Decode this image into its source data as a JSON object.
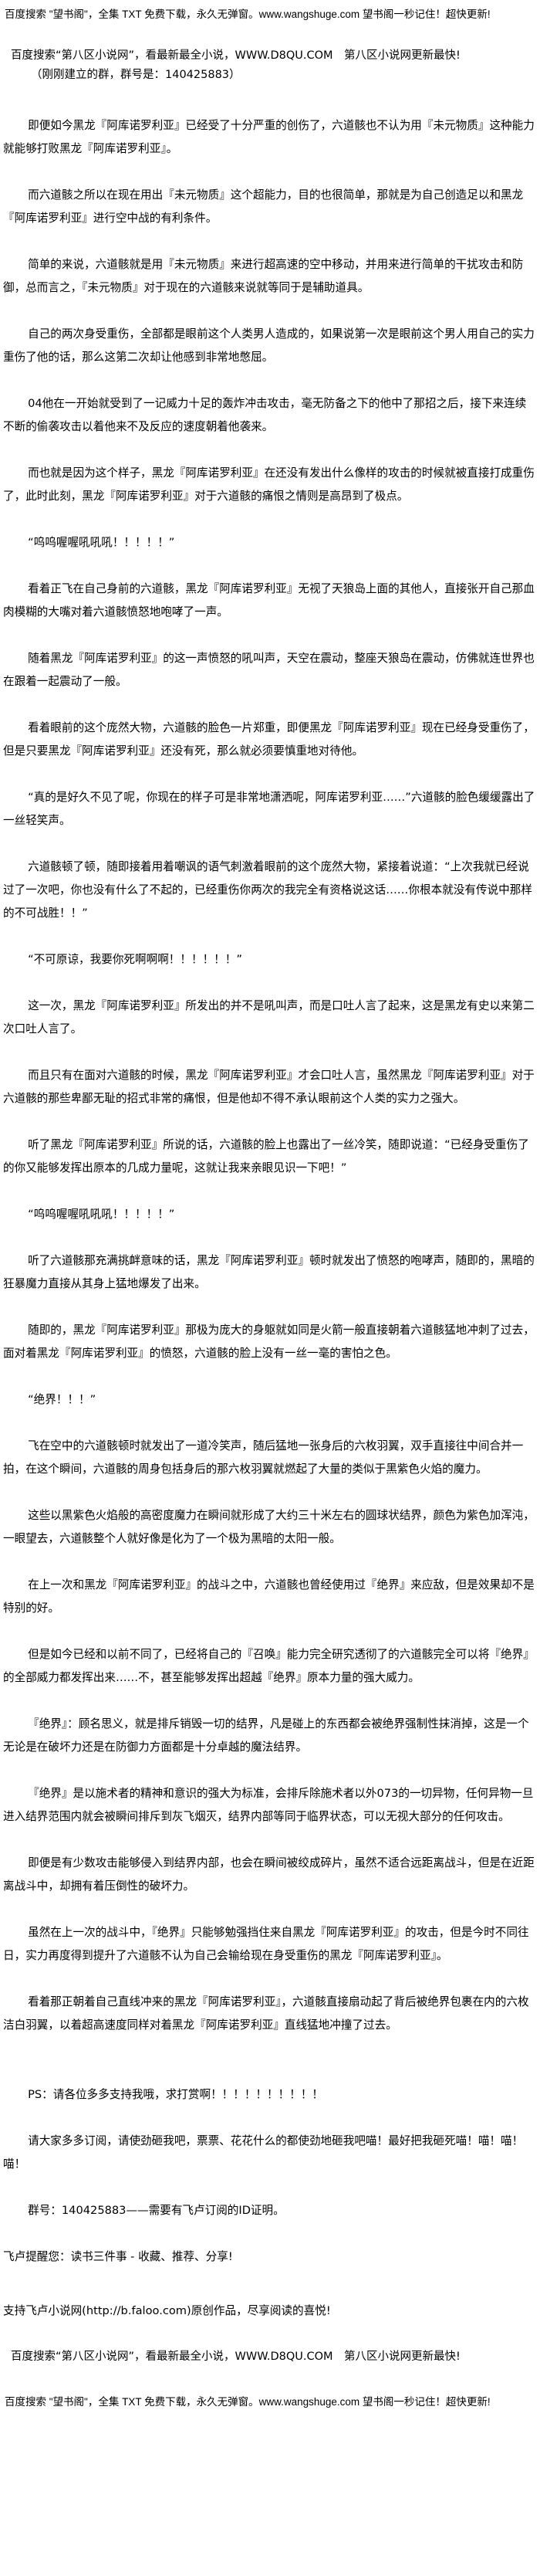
{
  "header": {
    "ad_wangshuge": "百度搜索 \"望书阁\"，全集 TXT 免费下载，永久无弹窗。www.wangshuge.com 望书阁一秒记住！超快更新!",
    "ad_d8qu": "百度搜索“第八区小说网”，看最新最全小说，WWW.D8QU.COM　第八区小说网更新最快!",
    "group_note": "（刚刚建立的群，群号是：140425883）"
  },
  "paragraphs": [
    "即便如今黑龙『阿库诺罗利亚』已经受了十分严重的创伤了，六道骸也不认为用『未元物质』这种能力就能够打败黑龙『阿库诺罗利亚』。",
    "而六道骸之所以在现在用出『未元物质』这个超能力，目的也很简单，那就是为自己创造足以和黑龙『阿库诺罗利亚』进行空中战的有利条件。",
    "简单的来说，六道骸就是用『未元物质』来进行超高速的空中移动，并用来进行简单的干扰攻击和防御，总而言之，『未元物质』对于现在的六道骸来说就等同于是辅助道具。",
    "自己的两次身受重伤，全部都是眼前这个人类男人造成的，如果说第一次是眼前这个男人用自己的实力重伤了他的话，那么这第二次却让他感到非常地憋屈。",
    "04他在一开始就受到了一记威力十足的轰炸冲击攻击，毫无防备之下的他中了那招之后，接下来连续不断的偷袭攻击以着他来不及反应的速度朝着他袭来。",
    "而也就是因为这个样子，黑龙『阿库诺罗利亚』在还没有发出什么像样的攻击的时候就被直接打成重伤了，此时此刻，黑龙『阿库诺罗利亚』对于六道骸的痛恨之情则是高昂到了极点。",
    "“呜呜喔喔吼吼吼！！！！！”",
    "看着正飞在自己身前的六道骸，黑龙『阿库诺罗利亚』无视了天狼岛上面的其他人，直接张开自己那血肉模糊的大嘴对着六道骸愤怒地咆哮了一声。",
    "随着黑龙『阿库诺罗利亚』的这一声愤怒的吼叫声，天空在震动，整座天狼岛在震动，仿佛就连世界也在跟着一起震动了一般。",
    "看着眼前的这个庞然大物，六道骸的脸色一片郑重，即便黑龙『阿库诺罗利亚』现在已经身受重伤了，但是只要黑龙『阿库诺罗利亚』还没有死，那么就必须要慎重地对待他。",
    "“真的是好久不见了呢，你现在的样子可是非常地潇洒呢，阿库诺罗利亚……”六道骸的脸色缓缓露出了一丝轻笑声。",
    "六道骸顿了顿，随即接着用着嘲讽的语气刺激着眼前的这个庞然大物，紧接着说道：“上次我就已经说过了一次吧，你也没有什么了不起的，已经重伤你两次的我完全有资格说这话……你根本就没有传说中那样的不可战胜！！”",
    "“不可原谅，我要你死啊啊啊！！！！！！”",
    "这一次，黑龙『阿库诺罗利亚』所发出的并不是吼叫声，而是口吐人言了起来，这是黑龙有史以来第二次口吐人言了。",
    "而且只有在面对六道骸的时候，黑龙『阿库诺罗利亚』才会口吐人言，虽然黑龙『阿库诺罗利亚』对于六道骸的那些卑鄙无耻的招式非常的痛恨，但是他却不得不承认眼前这个人类的实力之强大。",
    "听了黑龙『阿库诺罗利亚』所说的话，六道骸的脸上也露出了一丝冷笑，随即说道：“已经身受重伤了的你又能够发挥出原本的几成力量呢，这就让我来亲眼见识一下吧！”",
    "“呜呜喔喔吼吼吼！！！！！”",
    "听了六道骸那充满挑衅意味的话，黑龙『阿库诺罗利亚』顿时就发出了愤怒的咆哮声，随即的，黑暗的狂暴魔力直接从其身上猛地爆发了出来。",
    "随即的，黑龙『阿库诺罗利亚』那极为庞大的身躯就如同是火箭一般直接朝着六道骸猛地冲刺了过去，面对着黑龙『阿库诺罗利亚』的愤怒，六道骸的脸上没有一丝一毫的害怕之色。",
    "“绝界！！！”",
    "飞在空中的六道骸顿时就发出了一道冷笑声，随后猛地一张身后的六枚羽翼，双手直接往中间合并一拍，在这个瞬间，六道骸的周身包括身后的那六枚羽翼就燃起了大量的类似于黑紫色火焰的魔力。",
    "这些以黑紫色火焰般的高密度魔力在瞬间就形成了大约三十米左右的圆球状结界，颜色为紫色加浑沌，一眼望去，六道骸整个人就好像是化为了一个极为黑暗的太阳一般。",
    "在上一次和黑龙『阿库诺罗利亚』的战斗之中，六道骸也曾经使用过『绝界』来应敌，但是效果却不是特别的好。",
    "但是如今已经和以前不同了，已经将自己的『召唤』能力完全研究透彻了的六道骸完全可以将『绝界』的全部威力都发挥出来……不，甚至能够发挥出超越『绝界』原本力量的强大威力。",
    "『绝界』：顾名思义，就是排斥销毁一切的结界，凡是碰上的东西都会被绝界强制性抹消掉，这是一个无论是在破坏力还是在防御力方面都是十分卓越的魔法结界。",
    "『绝界』是以施术者的精神和意识的强大为标准，会排斥除施术者以外073的一切异物，任何异物一旦进入结界范围内就会被瞬间排斥到灰飞烟灭，结界内部等同于临界状态，可以无视大部分的任何攻击。",
    "即便是有少数攻击能够侵入到结界内部，也会在瞬间被绞成碎片，虽然不适合远距离战斗，但是在近距离战斗中，却拥有着压倒性的破坏力。",
    "虽然在上一次的战斗中，『绝界』只能够勉强挡住来自黑龙『阿库诺罗利亚』的攻击，但是今时不同往日，实力再度得到提升了六道骸不认为自己会输给现在身受重伤的黑龙『阿库诺罗利亚』。",
    "看着那正朝着自己直线冲来的黑龙『阿库诺罗利亚』，六道骸直接扇动起了背后被绝界包裹在内的六枚洁白羽翼，以着超高速度同样对着黑龙『阿库诺罗利亚』直线猛地冲撞了过去。"
  ],
  "author_notes": [
    "PS：请各位多多支持我哦，求打赏啊！！！！！！！！！！",
    "请大家多多订阅，请使劲砸我吧，票票、花花什么的都使劲地砸我吧喵！最好把我砸死喵！喵！喵！喵！",
    "群号：140425883——需要有飞卢订阅的ID证明。"
  ],
  "footer": {
    "faloo_reminder": "飞卢提醒您：读书三件事 - 收藏、推荐、分享!",
    "faloo_support": "支持飞卢小说网(http://b.faloo.com)原创作品，尽享阅读的喜悦!",
    "ad_d8qu": "百度搜索“第八区小说网”，看最新最全小说，WWW.D8QU.COM　第八区小说网更新最快!",
    "ad_wangshuge": "百度搜索 \"望书阁\"，全集 TXT 免费下载，永久无弹窗。www.wangshuge.com 望书阁一秒记住！超快更新!"
  }
}
